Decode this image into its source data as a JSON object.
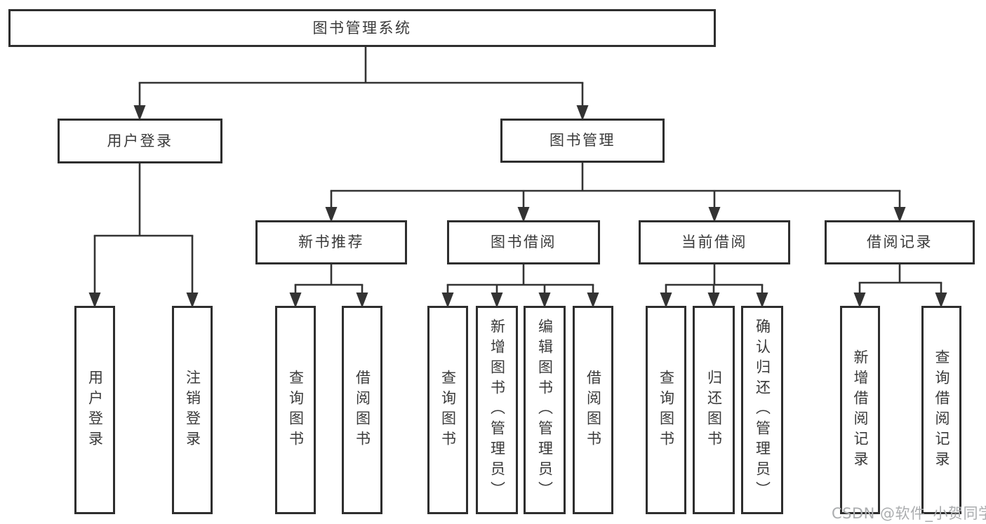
{
  "tree": {
    "label": "图书管理系统",
    "children": [
      {
        "label": "用户登录",
        "children": [
          {
            "label": "用户登录"
          },
          {
            "label": "注销登录"
          }
        ]
      },
      {
        "label": "图书管理",
        "children": [
          {
            "label": "新书推荐",
            "children": [
              {
                "label": "查询图书"
              },
              {
                "label": "借阅图书"
              }
            ]
          },
          {
            "label": "图书借阅",
            "children": [
              {
                "label": "查询图书"
              },
              {
                "label": "新增图书（管理员）"
              },
              {
                "label": "编辑图书（管理员）"
              },
              {
                "label": "借阅图书"
              }
            ]
          },
          {
            "label": "当前借阅",
            "children": [
              {
                "label": "查询图书"
              },
              {
                "label": "归还图书"
              },
              {
                "label": "确认归还（管理员）"
              }
            ]
          },
          {
            "label": "借阅记录",
            "children": [
              {
                "label": "新增借阅记录"
              },
              {
                "label": "查询借阅记录"
              }
            ]
          }
        ]
      }
    ]
  },
  "watermark": {
    "text": "CSDN @软件_小贺同学"
  },
  "colors": {
    "line": "#333333",
    "box_border": "#2e2e2e",
    "box_fill": "#ffffff",
    "text": "#3a3a3a",
    "watermark": "#abadaf",
    "background": "#ffffff"
  }
}
